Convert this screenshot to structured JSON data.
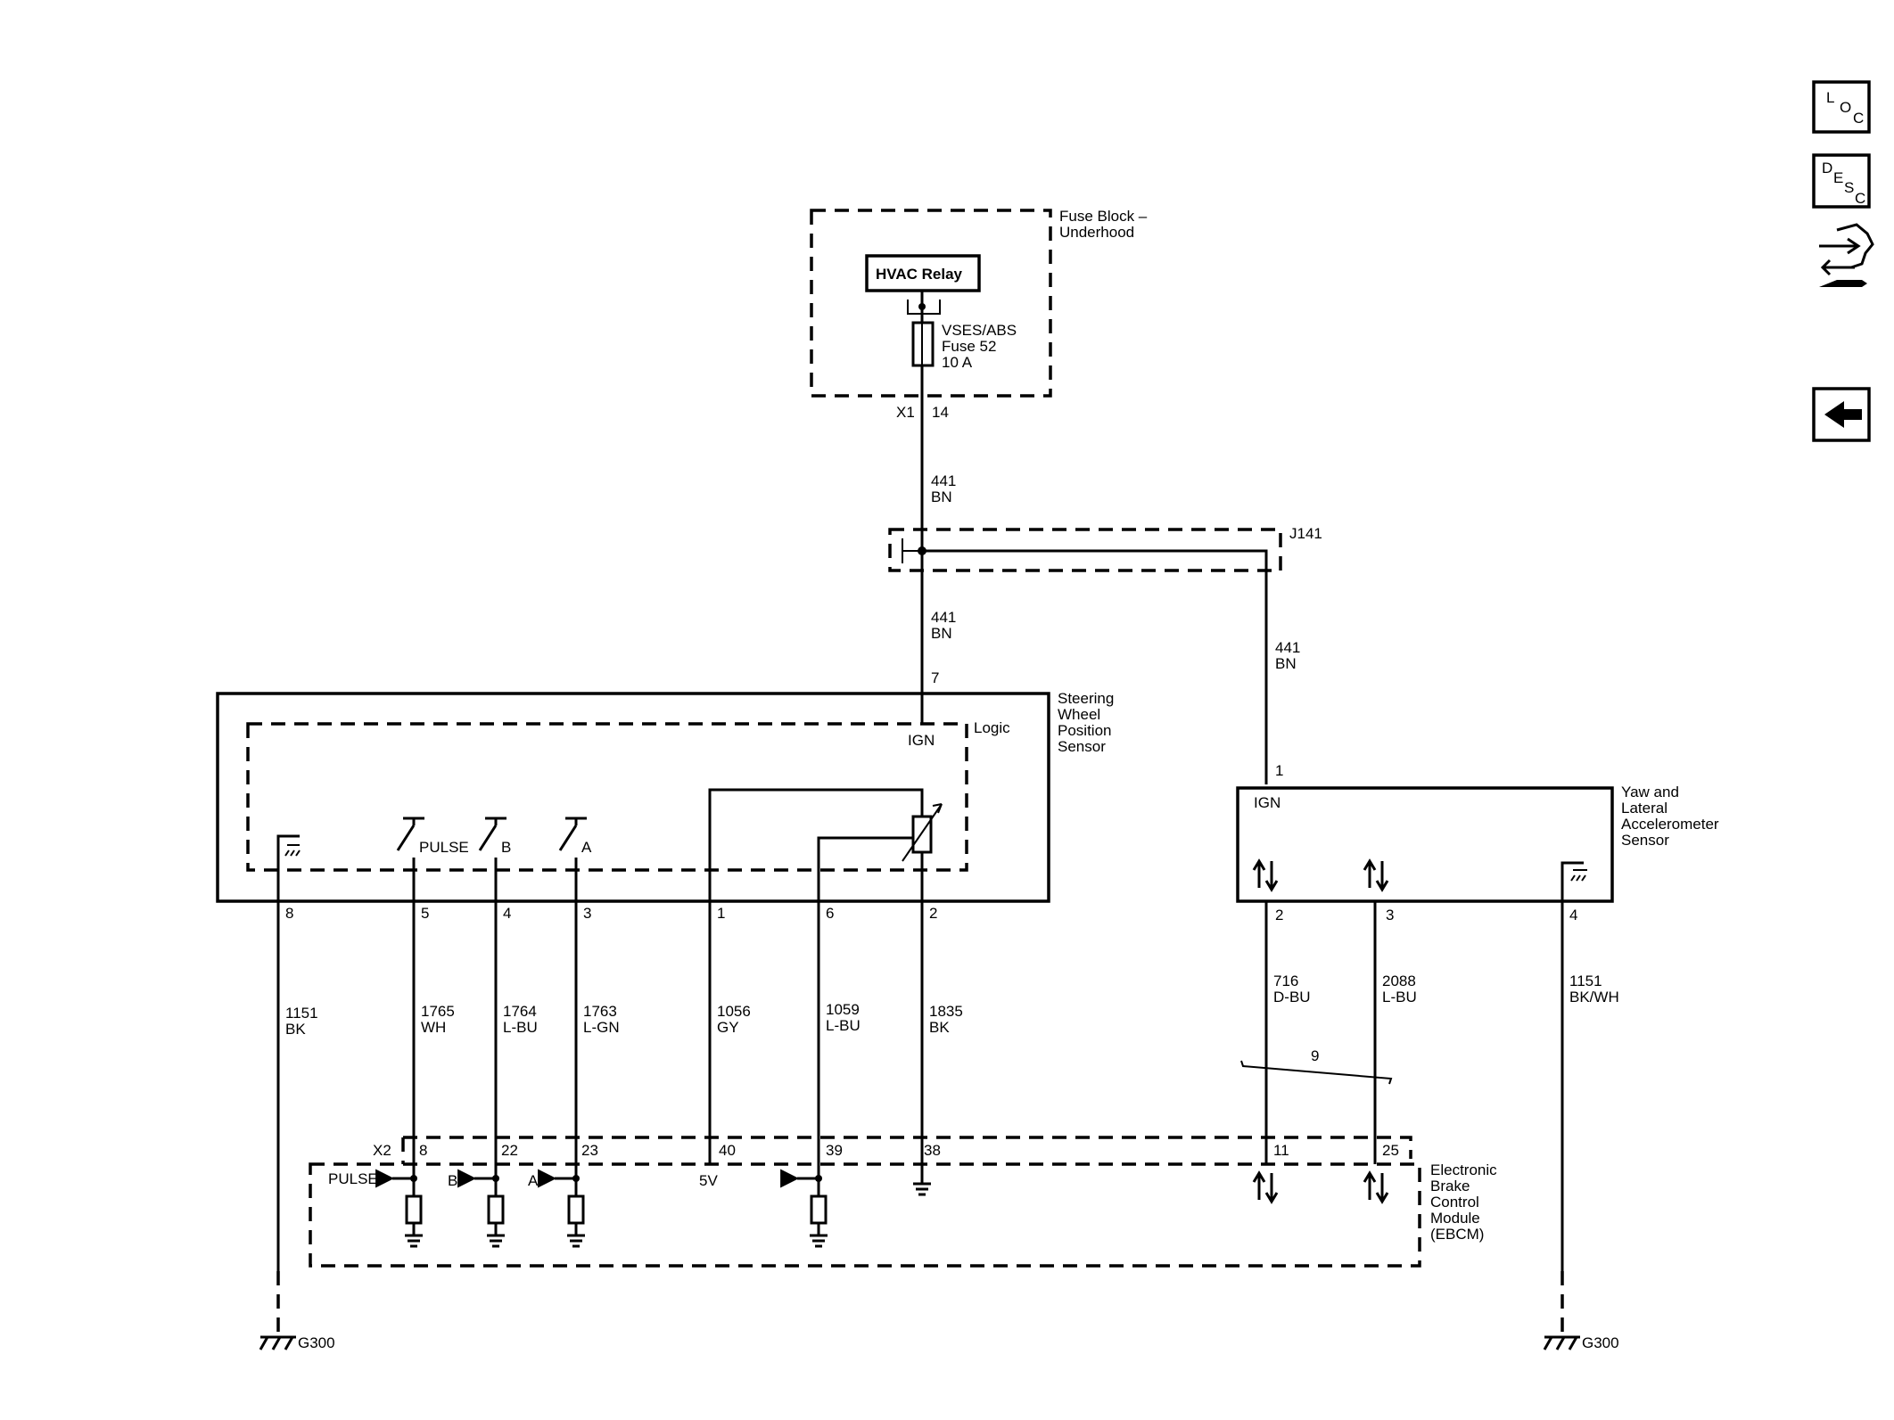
{
  "nav": {
    "loc_label": [
      "L",
      "O",
      "C"
    ],
    "desc_label": [
      "D",
      "E",
      "S",
      "C"
    ],
    "back_label": "back"
  },
  "fuse_block": {
    "title_line1": "Fuse Block –",
    "title_line2": "Underhood",
    "relay_label": "HVAC Relay",
    "fuse_line1": "VSES/ABS",
    "fuse_line2": "Fuse 52",
    "fuse_line3": "10 A",
    "connector": "X1",
    "pin": "14"
  },
  "splice": {
    "label": "J141"
  },
  "wires": {
    "w441a_num": "441",
    "w441a_color": "BN",
    "w441b_num": "441",
    "w441b_color": "BN",
    "w441c_num": "441",
    "w441c_color": "BN",
    "w1151_num": "1151",
    "w1151_color": "BK",
    "w1765_num": "1765",
    "w1765_color": "WH",
    "w1764_num": "1764",
    "w1764_color": "L-BU",
    "w1763_num": "1763",
    "w1763_color": "L-GN",
    "w1056_num": "1056",
    "w1056_color": "GY",
    "w1059_num": "1059",
    "w1059_color": "L-BU",
    "w1835_num": "1835",
    "w1835_color": "BK",
    "w716_num": "716",
    "w716_color": "D-BU",
    "w2088_num": "2088",
    "w2088_color": "L-BU",
    "w1151b_num": "1151",
    "w1151b_color": "BK/WH",
    "twist_label": "9"
  },
  "swps": {
    "title_line1": "Steering",
    "title_line2": "Wheel",
    "title_line3": "Position",
    "title_line4": "Sensor",
    "logic": "Logic",
    "ign": "IGN",
    "pulse": "PULSE",
    "b": "B",
    "a": "A",
    "pin_top": "7",
    "pins": [
      "8",
      "5",
      "4",
      "3",
      "1",
      "6",
      "2"
    ]
  },
  "yaw": {
    "title_line1": "Yaw and",
    "title_line2": "Lateral",
    "title_line3": "Accelerometer",
    "title_line4": "Sensor",
    "ign": "IGN",
    "pin_top": "1",
    "pins": [
      "2",
      "3",
      "4"
    ]
  },
  "ebcm": {
    "title_line1": "Electronic",
    "title_line2": "Brake",
    "title_line3": "Control",
    "title_line4": "Module",
    "title_line5": "(EBCM)",
    "connector": "X2",
    "pins": [
      "8",
      "22",
      "23",
      "40",
      "39",
      "38",
      "11",
      "25"
    ],
    "pulse": "PULSE",
    "b": "B",
    "a": "A",
    "v5": "5V"
  },
  "grounds": {
    "left": "G300",
    "right": "G300"
  }
}
